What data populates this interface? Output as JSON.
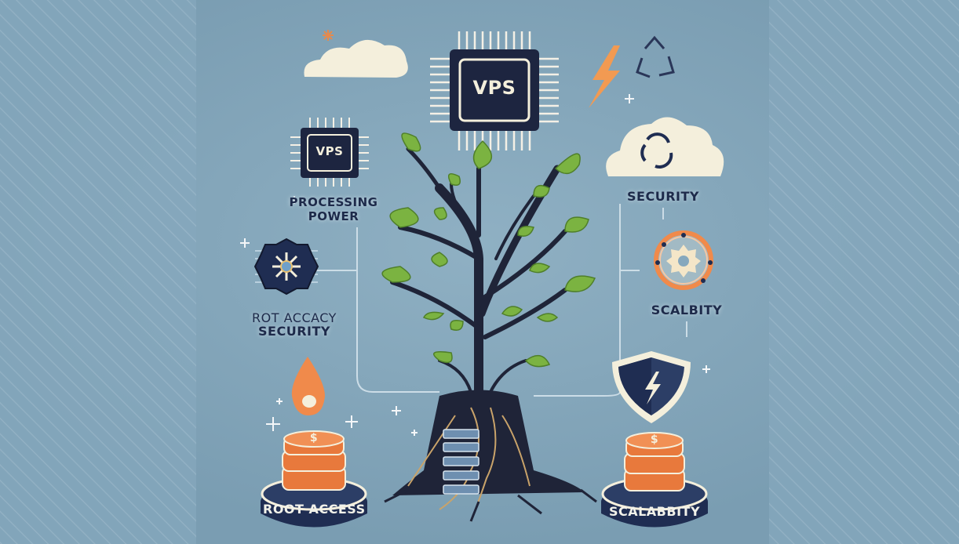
{
  "illustration": {
    "main_chip_label": "VPS",
    "small_chip_label": "VPS",
    "labels": {
      "processing_power_line1": "PROCESSING",
      "processing_power_line2": "POWER",
      "root_access_line1": "ROT ACCACY",
      "root_access_line2": "SECURITY",
      "security_right": "SECURITY",
      "scalability_right": "SCALBITY",
      "base_left": "ROOT ACCESS",
      "base_right": "SCALABBITY"
    },
    "coin_symbol": "$",
    "colors": {
      "background": "#80a3b8",
      "chip": "#1d2540",
      "leaf": "#7bb341",
      "orange": "#f08a4b",
      "trunk": "#1f2438"
    }
  }
}
